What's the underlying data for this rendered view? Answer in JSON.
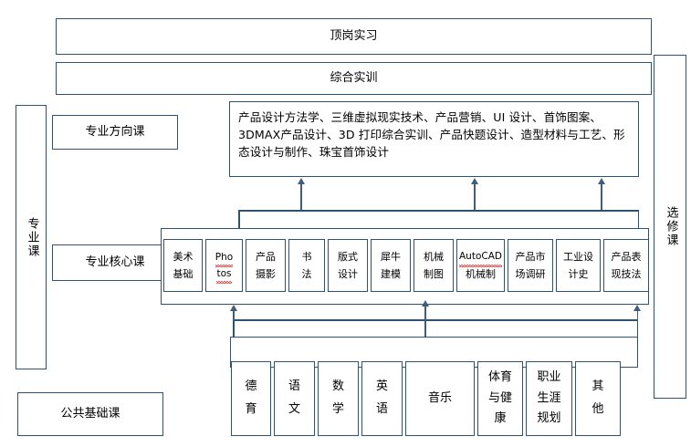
{
  "diagram": {
    "title_boxes": {
      "internship": "顶岗实习",
      "comprehensive_training": "综合实训"
    },
    "direction_courses_label": "专业方向课",
    "core_courses_label": "专业核心课",
    "public_basic_label": "公共基础课",
    "vertical_left_label": "专业课",
    "vertical_right_label": "选修课",
    "direction_courses_text": "产品设计方法学、三维虚拟现实技术、产品营销、UI 设计、首饰图案、3DMAX产品设计、3D 打印综合实训、产品快题设计、造型材料与工艺、形态设计与制作、珠宝首饰设计",
    "core_courses": [
      {
        "line1": "美术",
        "line2": "基础",
        "spell": false
      },
      {
        "line1": "Pho",
        "line2": "tos",
        "spell": true
      },
      {
        "line1": "产品",
        "line2": "摄影",
        "spell": false
      },
      {
        "line1": "书",
        "line2": "法",
        "spell": false
      },
      {
        "line1": "版式",
        "line2": "设计",
        "spell": false
      },
      {
        "line1": "犀牛",
        "line2": "建模",
        "spell": false
      },
      {
        "line1": "机械",
        "line2": "制图",
        "spell": false
      },
      {
        "line1": "AutoCAD",
        "line2": "机械制",
        "spell": true
      },
      {
        "line1": "产品市",
        "line2": "场调研",
        "spell": false
      },
      {
        "line1": "工业设",
        "line2": "计史",
        "spell": false
      },
      {
        "line1": "产品表",
        "line2": "现技法",
        "spell": false
      }
    ],
    "public_courses": [
      {
        "line1": "德",
        "line2": "育",
        "line3": ""
      },
      {
        "line1": "语",
        "line2": "文",
        "line3": ""
      },
      {
        "line1": "数",
        "line2": "学",
        "line3": ""
      },
      {
        "line1": "英",
        "line2": "语",
        "line3": ""
      },
      {
        "line1": "音乐",
        "line2": "",
        "line3": ""
      },
      {
        "line1": "体育",
        "line2": "与健",
        "line3": "康"
      },
      {
        "line1": "职业",
        "line2": "生涯",
        "line3": "规划"
      },
      {
        "line1": "其",
        "line2": "他",
        "line3": ""
      }
    ],
    "colors": {
      "border": "#2e5272",
      "arrow": "#415d7b",
      "spellcheck": "#e03030",
      "background": "#ffffff"
    }
  }
}
